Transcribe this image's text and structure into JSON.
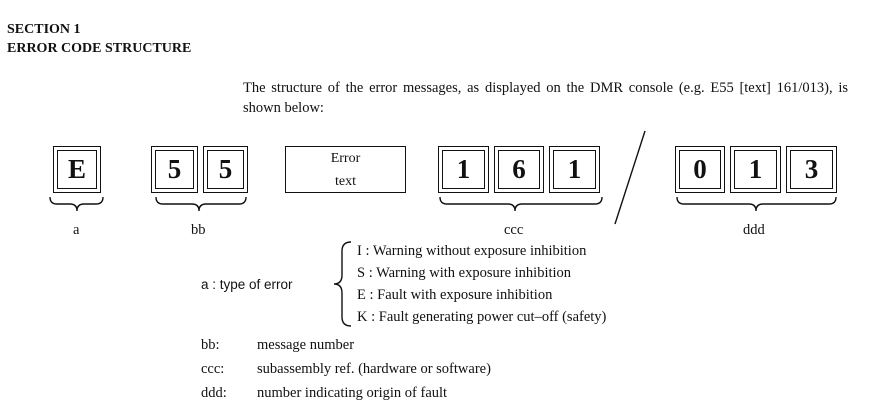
{
  "section": {
    "number_label": "SECTION 1",
    "title": "ERROR CODE STRUCTURE"
  },
  "intro_text": "The structure of the error messages, as displayed on the DMR console (e.g. E55 [text] 161/013), is shown below:",
  "diagram": {
    "a_chars": [
      "E"
    ],
    "bb_chars": [
      "5",
      "5"
    ],
    "error_text_line1": "Error",
    "error_text_line2": "text",
    "ccc_chars": [
      "1",
      "6",
      "1"
    ],
    "ddd_chars": [
      "0",
      "1",
      "3"
    ],
    "label_a": "a",
    "label_bb": "bb",
    "label_ccc": "ccc",
    "label_ddd": "ddd"
  },
  "type_of_error": {
    "label": "a : type of error",
    "items": [
      "I : Warning without  exposure inhibition",
      "S : Warning with exposure inhibition",
      "E : Fault with exposure inhibition",
      "K : Fault generating power cut–off (safety)"
    ]
  },
  "definitions": [
    {
      "key": "bb:",
      "value": "message number"
    },
    {
      "key": "ccc:",
      "value": "subassembly ref. (hardware or software)"
    },
    {
      "key": "ddd:",
      "value": "number indicating origin of fault"
    }
  ]
}
